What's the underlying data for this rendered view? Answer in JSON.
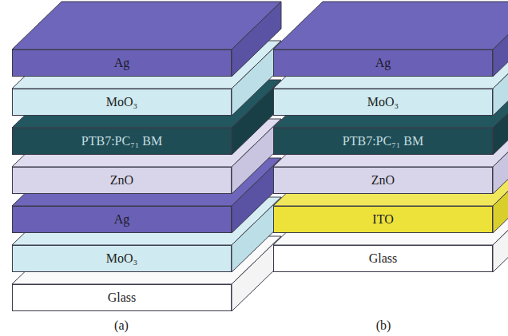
{
  "diagram": {
    "nodes": [
      {
        "text": [
          "Ag"
        ]
      },
      {
        "text": [
          "MoO₃"
        ]
      },
      {
        "text": [
          "PTB7:PC₇₁ BM"
        ]
      },
      {
        "text": [
          "ZnO"
        ]
      },
      {
        "text": [
          "Ag"
        ]
      },
      {
        "text": [
          "MoO₃"
        ]
      },
      {
        "text": [
          "Glass"
        ]
      },
      {
        "text": [
          "Ag"
        ]
      },
      {
        "text": [
          "MoO₃"
        ]
      },
      {
        "text": [
          "PTB7:PC₇₁ BM"
        ]
      },
      {
        "text": [
          "ZnO"
        ]
      },
      {
        "text": [
          "ITO"
        ]
      },
      {
        "text": [
          "Glass"
        ]
      }
    ],
    "labels": [
      "(a)",
      "(b)"
    ]
  }
}
